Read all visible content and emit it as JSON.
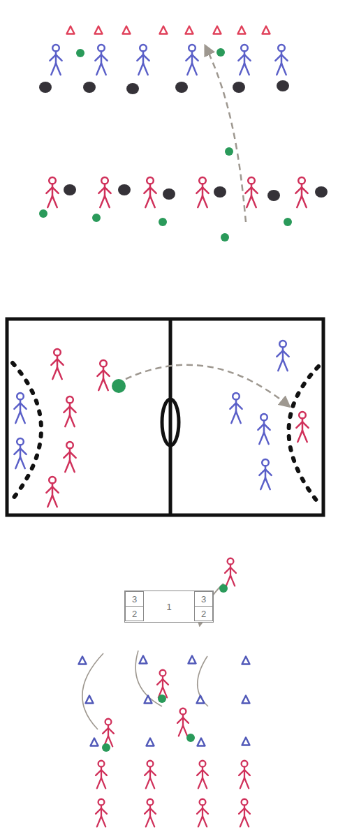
{
  "diagram": {
    "nodes": [
      {
        "text": [
          "1"
        ]
      },
      {
        "text": [
          "3"
        ],
        "in": 0
      },
      {
        "text": [
          "3"
        ],
        "in": 0
      },
      {
        "text": [
          "2"
        ],
        "in": 0
      },
      {
        "text": [
          "2"
        ],
        "in": 0
      }
    ]
  }
}
